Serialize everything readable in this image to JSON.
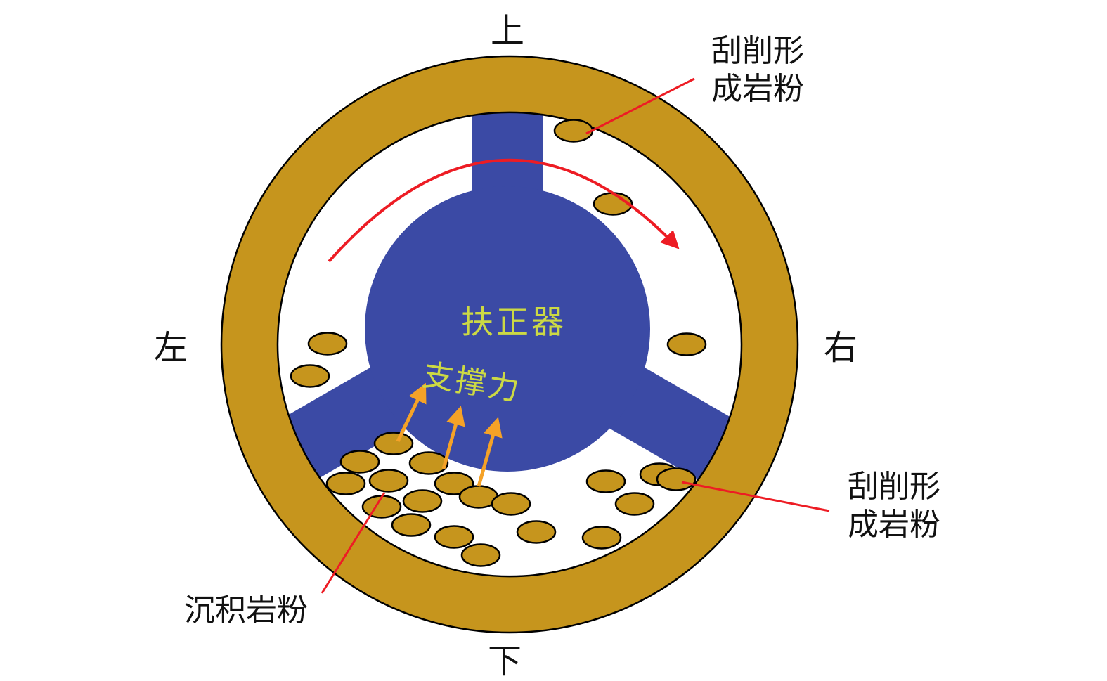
{
  "diagram": {
    "direction_labels": {
      "top": "上",
      "bottom": "下",
      "left": "左",
      "right": "右"
    },
    "centralizer_label": "扶正器",
    "support_force_label": "支撑力",
    "annotations": {
      "scraping_top": {
        "line1": "刮削形",
        "line2": "成岩粉"
      },
      "scraping_right": {
        "line1": "刮削形",
        "line2": "成岩粉"
      },
      "sediment_label": "沉积岩粉"
    },
    "colors": {
      "borehole_gold": "#c6951d",
      "centralizer_blue": "#3b4aa5",
      "annotation_red": "#ed1c24",
      "force_orange": "#f5a227",
      "label_green": "#ccd944",
      "outline_black": "#000000"
    },
    "particles": [
      [
        816,
        186,
        0
      ],
      [
        872,
        290,
        0
      ],
      [
        977,
        490,
        0
      ],
      [
        466,
        489,
        0
      ],
      [
        441,
        535,
        0
      ],
      [
        560,
        631,
        0
      ],
      [
        512,
        657,
        0
      ],
      [
        610,
        659,
        0
      ],
      [
        492,
        688,
        0
      ],
      [
        553,
        684,
        0
      ],
      [
        646,
        688,
        0
      ],
      [
        543,
        721,
        0
      ],
      [
        601,
        713,
        0
      ],
      [
        681,
        707,
        0
      ],
      [
        585,
        747,
        0
      ],
      [
        727,
        717,
        0
      ],
      [
        646,
        764,
        0
      ],
      [
        684,
        790,
        0
      ],
      [
        763,
        757,
        0
      ],
      [
        862,
        685,
        0
      ],
      [
        938,
        675,
        0
      ],
      [
        903,
        717,
        0
      ],
      [
        856,
        765,
        0
      ],
      [
        962,
        682,
        0
      ]
    ]
  }
}
